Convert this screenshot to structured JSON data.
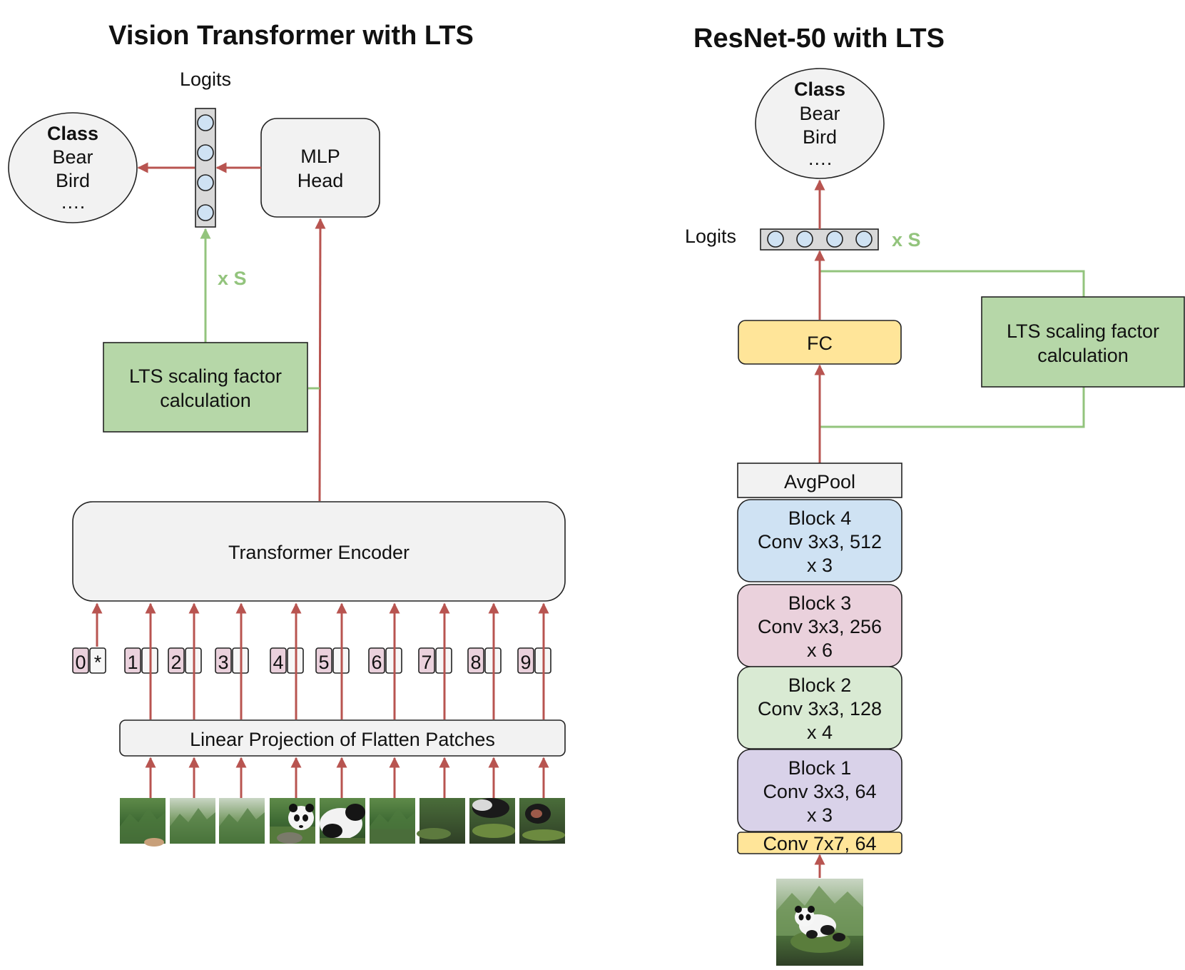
{
  "vit": {
    "title": "Vision Transformer with LTS",
    "logits_label": "Logits",
    "class_box": {
      "title": "Class",
      "items": [
        "Bear",
        "Bird",
        "…."
      ]
    },
    "mlp_head": [
      "MLP",
      "Head"
    ],
    "scale_label": "x S",
    "lts_box": [
      "LTS scaling factor",
      "calculation"
    ],
    "encoder_label": "Transformer Encoder",
    "projection_label": "Linear Projection of Flatten Patches",
    "tokens": [
      "0",
      "1",
      "2",
      "3",
      "4",
      "5",
      "6",
      "7",
      "8",
      "9"
    ],
    "cls_token_mark": "*"
  },
  "resnet": {
    "title": "ResNet-50 with LTS",
    "logits_label": "Logits",
    "class_box": {
      "title": "Class",
      "items": [
        "Bear",
        "Bird",
        "…."
      ]
    },
    "scale_label": "x S",
    "fc_label": "FC",
    "lts_box": [
      "LTS scaling factor",
      "calculation"
    ],
    "avgpool_label": "AvgPool",
    "blocks": [
      {
        "lines": [
          "Block 4",
          "Conv 3x3, 512",
          "x 3"
        ],
        "color": "#cfe2f3"
      },
      {
        "lines": [
          "Block 3",
          "Conv 3x3, 256",
          "x 6"
        ],
        "color": "#ead1dc"
      },
      {
        "lines": [
          "Block 2",
          "Conv 3x3, 128",
          "x 4"
        ],
        "color": "#d9ead3"
      },
      {
        "lines": [
          "Block 1",
          "Conv 3x3, 64",
          "x 3"
        ],
        "color": "#d9d2e9"
      }
    ],
    "stem_label": "Conv 7x7, 64"
  },
  "colors": {
    "arrow_red": "#b85450",
    "arrow_green": "#93c47d",
    "lts_fill": "#b6d7a8",
    "fc_fill": "#ffe599",
    "neutral_fill": "#f2f2f2",
    "logit_node": "#cfe2f3",
    "token_pink": "#ead1dc"
  }
}
